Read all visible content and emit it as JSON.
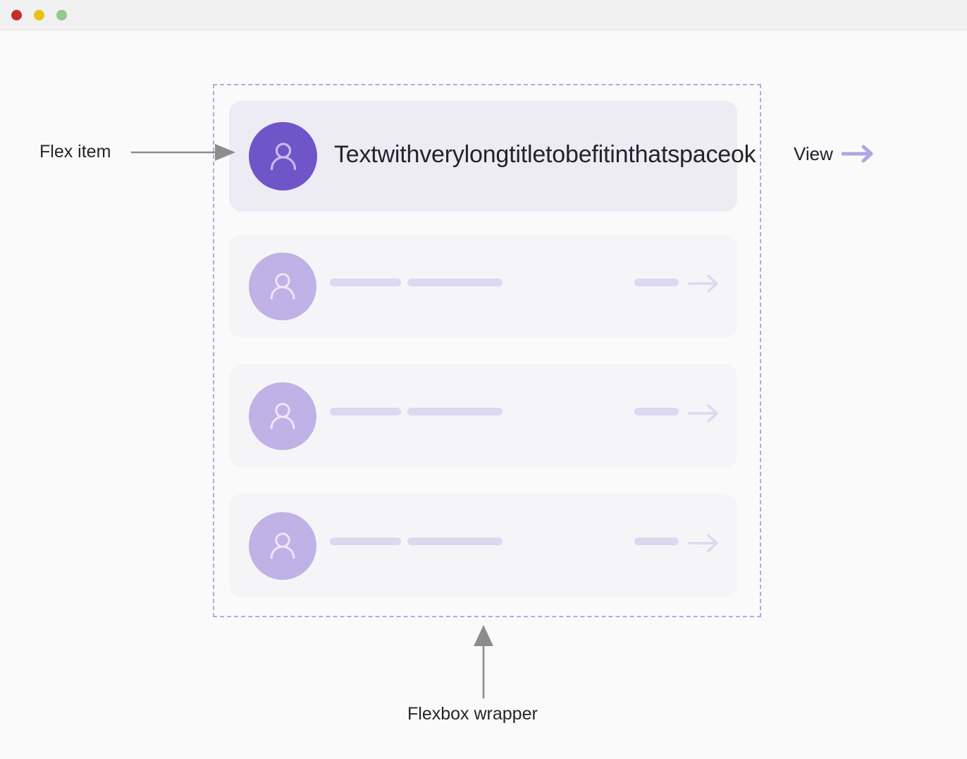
{
  "window": {
    "titlebar": {
      "buttons": [
        {
          "name": "close",
          "icon": "traffic-light-close-icon",
          "color": "#c32f2f"
        },
        {
          "name": "minimize",
          "icon": "traffic-light-minimize-icon",
          "color": "#e8c114"
        },
        {
          "name": "maximize",
          "icon": "traffic-light-maximize-icon",
          "color": "#93c98c"
        }
      ]
    },
    "background": "#fafafa"
  },
  "wrapper": {
    "label": "Flexbox wrapper",
    "border_style": "dashed",
    "border_color": "#b7a8e0"
  },
  "annotations": {
    "flex_item": {
      "label": "Flex item",
      "arrow_direction": "right",
      "arrow_color": "#8c8c8c"
    },
    "flexbox_wrapper": {
      "label": "Flexbox wrapper",
      "arrow_direction": "up",
      "arrow_color": "#8c8c8c"
    }
  },
  "list": {
    "featured_item": {
      "avatar_icon": "user-avatar-icon",
      "avatar_color": "#6f55c8",
      "title": "Textwithverylongtitletobefitinthatspaceok",
      "action_label": "View",
      "action_icon": "arrow-right-icon",
      "action_color": "#b3a4e2",
      "background": "#edecf5"
    },
    "placeholder_items": [
      {
        "avatar_icon": "user-avatar-icon",
        "avatar_color": "#c0b1e6",
        "bars": [
          101,
          135,
          63
        ],
        "action_icon": "arrow-right-icon",
        "background": "#f5f5f8"
      },
      {
        "avatar_icon": "user-avatar-icon",
        "avatar_color": "#c0b1e6",
        "bars": [
          101,
          135,
          63
        ],
        "action_icon": "arrow-right-icon",
        "background": "#f5f5f8"
      },
      {
        "avatar_icon": "user-avatar-icon",
        "avatar_color": "#c0b1e6",
        "bars": [
          101,
          135,
          63
        ],
        "action_icon": "arrow-right-icon",
        "background": "#f5f5f8"
      }
    ]
  }
}
